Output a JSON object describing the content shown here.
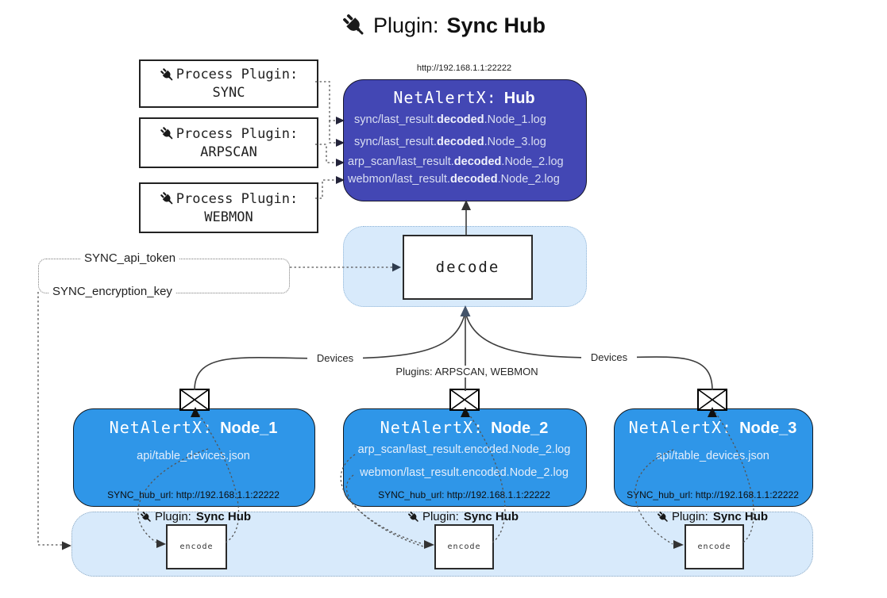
{
  "title": {
    "prefix": "Plugin:",
    "name": "Sync Hub"
  },
  "hub": {
    "url": "http://192.168.1.1:22222",
    "title_prefix": "NetAlertX:",
    "title_name": "Hub",
    "logs": [
      {
        "pre": "sync/last_result.",
        "bold": "decoded",
        "post": ".Node_1.log"
      },
      {
        "pre": "sync/last_result.",
        "bold": "decoded",
        "post": ".Node_3.log"
      },
      {
        "pre": "arp_scan/last_result.",
        "bold": "decoded",
        "post": ".Node_2.log"
      },
      {
        "pre": "webmon/last_result.",
        "bold": "decoded",
        "post": ".Node_2.log"
      }
    ]
  },
  "process_plugins": [
    {
      "label": "Process Plugin:",
      "name": "SYNC"
    },
    {
      "label": "Process Plugin:",
      "name": "ARPSCAN"
    },
    {
      "label": "Process Plugin:",
      "name": "WEBMON"
    }
  ],
  "decode": {
    "label": "decode"
  },
  "secrets": {
    "api_token": "SYNC_api_token",
    "encryption_key": "SYNC_encryption_key"
  },
  "edges": {
    "devices_left": "Devices",
    "devices_right": "Devices",
    "plugins_center": "Plugins: ARPSCAN, WEBMON"
  },
  "nodes": [
    {
      "title_prefix": "NetAlertX:",
      "title_name": "Node_1",
      "files": [
        "api/table_devices.json"
      ],
      "hub_url": "SYNC_hub_url: http://192.168.1.1:22222"
    },
    {
      "title_prefix": "NetAlertX:",
      "title_name": "Node_2",
      "files": [
        "arp_scan/last_result.encoded.Node_2.log",
        "webmon/last_result.encoded.Node_2.log"
      ],
      "hub_url": "SYNC_hub_url: http://192.168.1.1:22222"
    },
    {
      "title_prefix": "NetAlertX:",
      "title_name": "Node_3",
      "files": [
        "api/table_devices.json"
      ],
      "hub_url": "SYNC_hub_url: http://192.168.1.1:22222"
    }
  ],
  "band": {
    "instances": [
      {
        "label_prefix": "Plugin:",
        "label_name": "Sync Hub",
        "encode_label": "encode"
      },
      {
        "label_prefix": "Plugin:",
        "label_name": "Sync Hub",
        "encode_label": "encode"
      },
      {
        "label_prefix": "Plugin:",
        "label_name": "Sync Hub",
        "encode_label": "encode"
      }
    ]
  },
  "colors": {
    "hub": "#4347b4",
    "node": "#2f96e8",
    "panel": "#d8eafb"
  }
}
